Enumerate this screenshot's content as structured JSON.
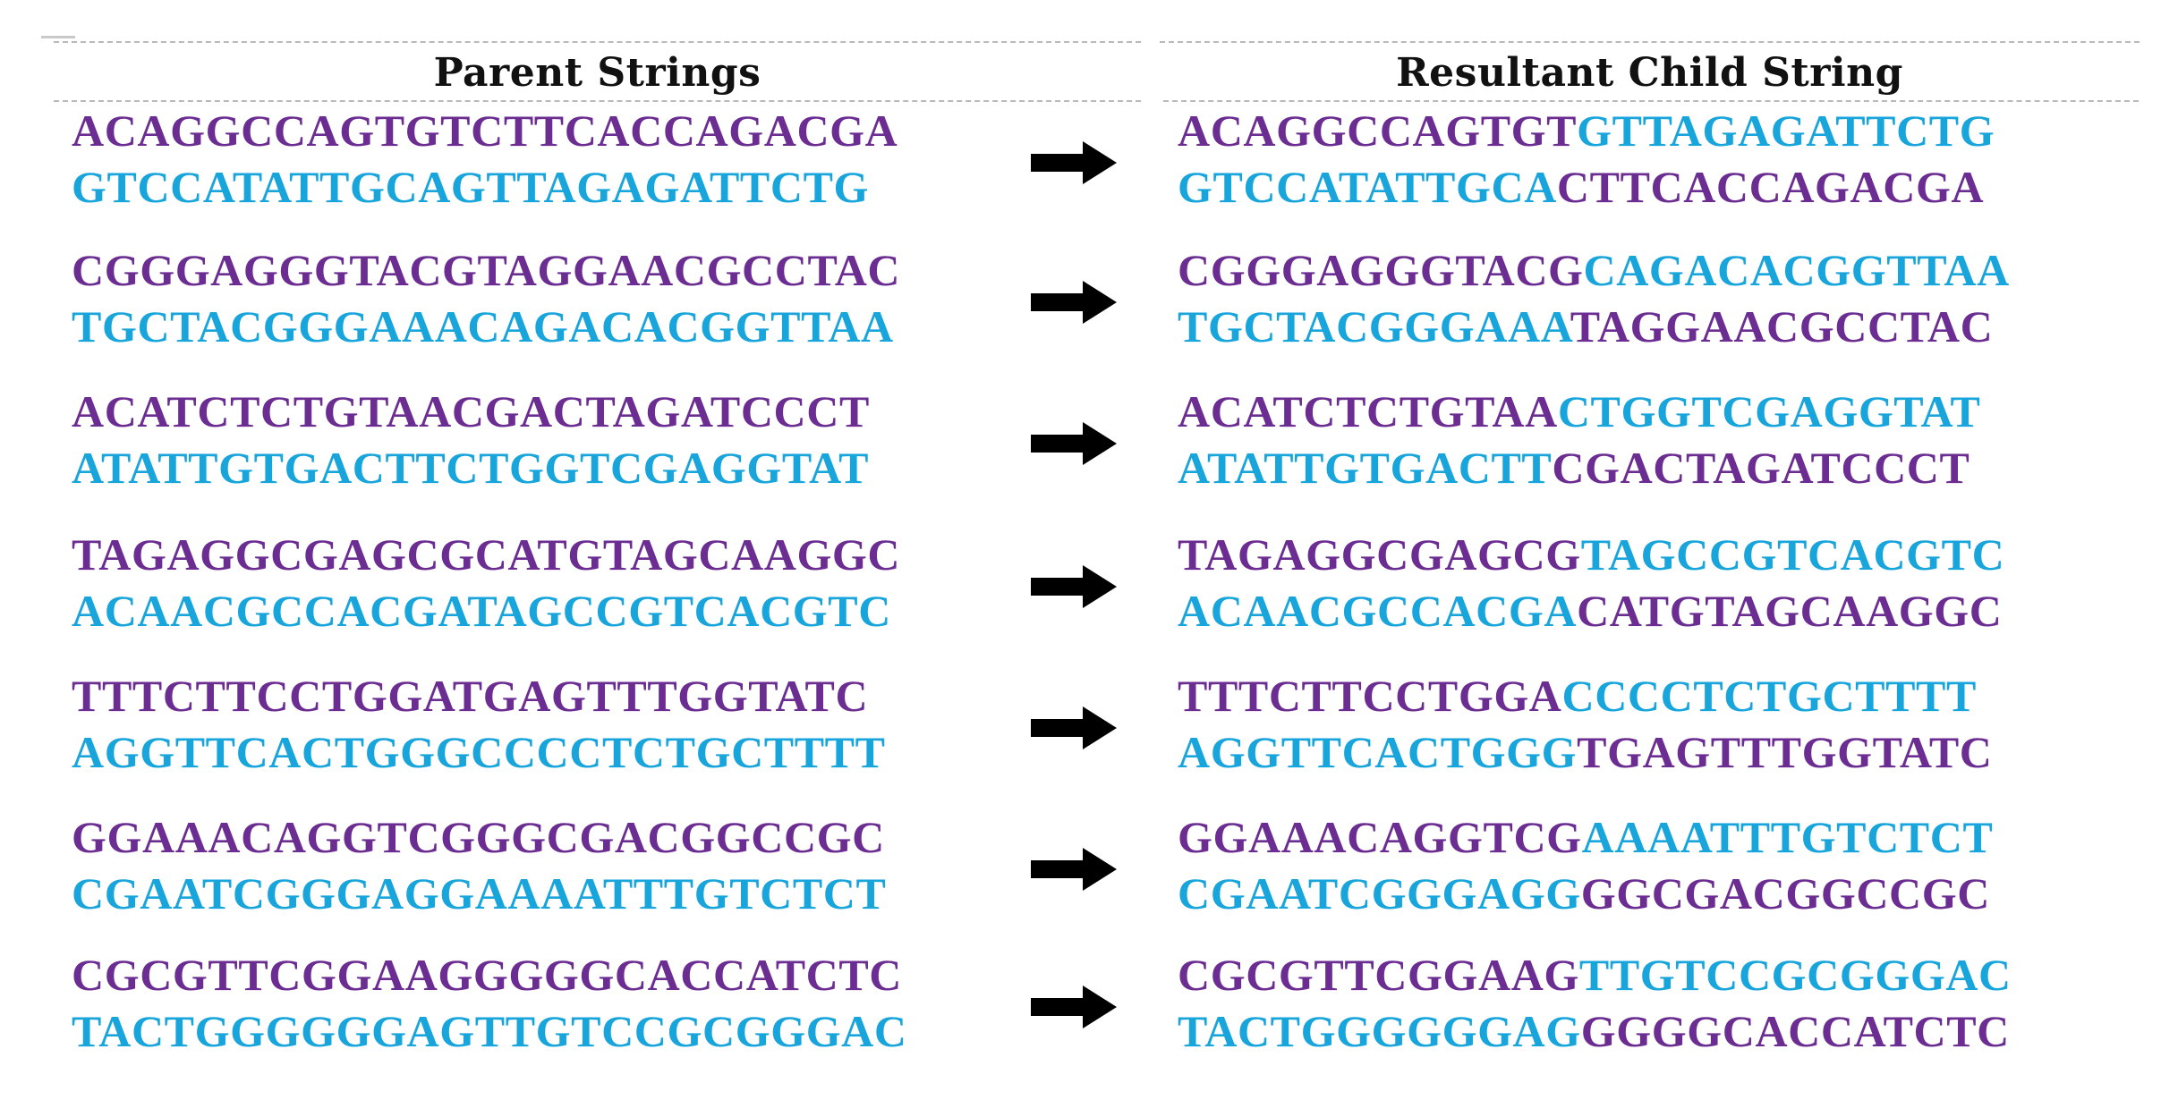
{
  "headers": {
    "left": "Parent Strings",
    "right": "Resultant Child String"
  },
  "colors": {
    "purple": "#6b2d91",
    "cyan": "#18a5dc",
    "arrow": "#000000"
  },
  "icons": {
    "arrow": "right-arrow-icon"
  },
  "rows": [
    {
      "parent1": "ACAGGCCAGTGTCTTCACCAGACGA",
      "parent2": "GTCCATATTGCAGTTAGAGATTCTG",
      "child1": [
        [
          "ACAGGCCAGTGT",
          "purple"
        ],
        [
          "GTTAGAGATTCTG",
          "cyan"
        ]
      ],
      "child2": [
        [
          "GTCCATATTGCA",
          "cyan"
        ],
        [
          "CTTCACCAGACGA",
          "purple"
        ]
      ]
    },
    {
      "parent1": "CGGGAGGGTACGTAGGAACGCCTAC",
      "parent2": "TGCTACGGGAAACAGACACGGTTAA",
      "child1": [
        [
          "CGGGAGGGTACG",
          "purple"
        ],
        [
          "CAGACACGGTTAA",
          "cyan"
        ]
      ],
      "child2": [
        [
          "TGCTACGGGAAA",
          "cyan"
        ],
        [
          "TAGGAACGCCTAC",
          "purple"
        ]
      ]
    },
    {
      "parent1": "ACATCTCTGTAACGACTAGATCCCT",
      "parent2": "ATATTGTGACTTCTGGTCGAGGTAT",
      "child1": [
        [
          "ACATCTCTGTAA",
          "purple"
        ],
        [
          "CTGGTCGAGGTAT",
          "cyan"
        ]
      ],
      "child2": [
        [
          "ATATTGTGACTT",
          "cyan"
        ],
        [
          "CGACTAGATCCCT",
          "purple"
        ]
      ]
    },
    {
      "parent1": "TAGAGGCGAGCGCATGTAGCAAGGC",
      "parent2": "ACAACGCCACGATAGCCGTCACGTC",
      "child1": [
        [
          "TAGAGGCGAGCG",
          "purple"
        ],
        [
          "TAGCCGTCACGTC",
          "cyan"
        ]
      ],
      "child2": [
        [
          "ACAACGCCACGA",
          "cyan"
        ],
        [
          "CATGTAGCAAGGC",
          "purple"
        ]
      ]
    },
    {
      "parent1": "TTTCTTCCTGGATGAGTTTGGTATC",
      "parent2": "AGGTTCACTGGGCCCCTCTGCTTTT",
      "child1": [
        [
          "TTTCTTCCTGGA",
          "purple"
        ],
        [
          "CCCCTCTGCTTTT",
          "cyan"
        ]
      ],
      "child2": [
        [
          "AGGTTCACTGGG",
          "cyan"
        ],
        [
          "TGAGTTTGGTATC",
          "purple"
        ]
      ]
    },
    {
      "parent1": "GGAAACAGGTCGGGCGACGGCCGC",
      "parent2": "CGAATCGGGAGGAAAATTTGTCTCT",
      "child1": [
        [
          "GGAAACAGGTCG",
          "purple"
        ],
        [
          "AAAATTTGTCTCT",
          "cyan"
        ]
      ],
      "child2": [
        [
          "CGAATCGGGAGG",
          "cyan"
        ],
        [
          "GGCGACGGCCGC",
          "purple"
        ]
      ]
    },
    {
      "parent1": "CGCGTTCGGAAGGGGGCACCATCTC",
      "parent2": "TACTGGGGGGAGTTGTCCGCGGGAC",
      "child1": [
        [
          "CGCGTTCGGAAG",
          "purple"
        ],
        [
          "TTGTCCGCGGGAC",
          "cyan"
        ]
      ],
      "child2": [
        [
          "TACTGGGGGGAG",
          "cyan"
        ],
        [
          "GGGGCACCATCTC",
          "purple"
        ]
      ]
    }
  ]
}
